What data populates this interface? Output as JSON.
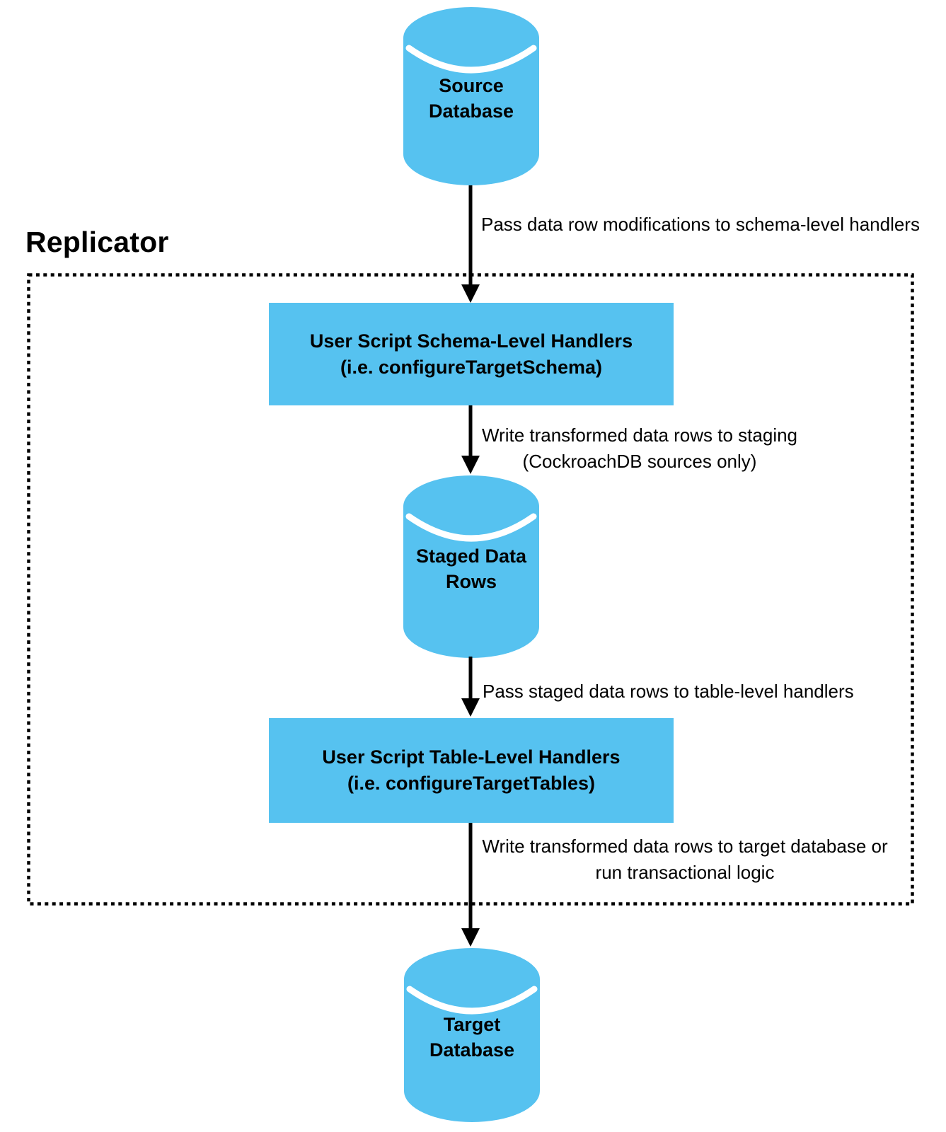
{
  "title": {
    "replicator": "Replicator"
  },
  "nodes": {
    "source_db": {
      "line1": "Source",
      "line2": "Database"
    },
    "schema_handlers": {
      "line1": "User Script Schema-Level Handlers",
      "line2": "(i.e. configureTargetSchema)"
    },
    "staged_rows": {
      "line1": "Staged Data",
      "line2": "Rows"
    },
    "table_handlers": {
      "line1": "User Script Table-Level Handlers",
      "line2": "(i.e. configureTargetTables)"
    },
    "target_db": {
      "line1": "Target",
      "line2": "Database"
    }
  },
  "edges": {
    "source_to_schema": {
      "label": "Pass data row modifications to schema-level handlers"
    },
    "schema_to_staged": {
      "line1": "Write transformed data rows to staging",
      "line2": "(CockroachDB sources only)"
    },
    "staged_to_table": {
      "label": "Pass staged data rows to table-level handlers"
    },
    "table_to_target": {
      "line1": "Write transformed data rows to target database or",
      "line2": "run transactional logic"
    }
  },
  "colors": {
    "node_fill": "#56C2F0",
    "line": "#000000",
    "text": "#000000"
  }
}
